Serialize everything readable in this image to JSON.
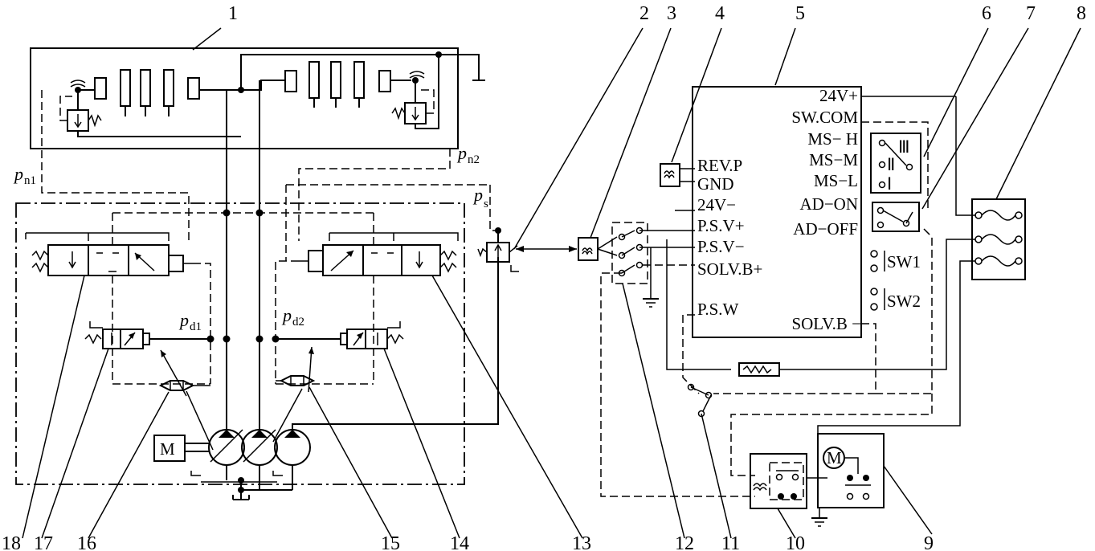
{
  "callouts": [
    "1",
    "2",
    "3",
    "4",
    "5",
    "6",
    "7",
    "8",
    "9",
    "10",
    "11",
    "12",
    "13",
    "14",
    "15",
    "16",
    "17",
    "18"
  ],
  "pressure_labels": {
    "pn1": {
      "main": "p",
      "sub": "n1"
    },
    "pn2": {
      "main": "p",
      "sub": "n2"
    },
    "ps": {
      "main": "p",
      "sub": "s"
    },
    "pd1": {
      "main": "p",
      "sub": "d1"
    },
    "pd2": {
      "main": "p",
      "sub": "d2"
    }
  },
  "motor_label": "M",
  "controller_terminals_left": [
    "REV.P",
    "GND",
    "24V−",
    "P.S.V+",
    "P.S.V−",
    "SOLV.B+",
    "P.S.W"
  ],
  "controller_terminals_right": [
    "24V+",
    "SW.COM",
    "MS− H",
    "MS−M",
    "MS−L",
    "AD−ON",
    "AD−OFF",
    "SOLV.B −"
  ],
  "switch_labels": {
    "sw1": "SW1",
    "sw2": "SW2"
  },
  "mode_marks": {
    "high": "Ⅲ",
    "mid": "Ⅱ",
    "low": "Ⅰ"
  },
  "pump_motor_label": "M"
}
